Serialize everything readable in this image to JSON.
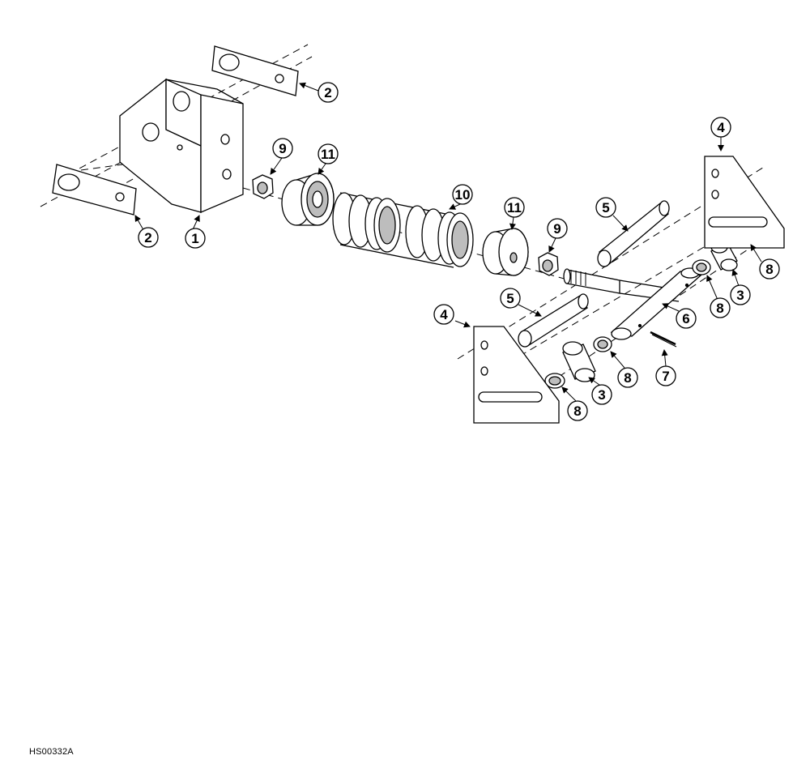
{
  "diagram": {
    "callouts": [
      "1",
      "2",
      "2",
      "3",
      "3",
      "4",
      "4",
      "5",
      "5",
      "6",
      "7",
      "8",
      "8",
      "8",
      "8",
      "9",
      "9",
      "10",
      "11",
      "11"
    ],
    "figure_code": "HS00332A"
  },
  "colors": {
    "line": "#000000",
    "background": "#ffffff",
    "shade": "#bdbdbd"
  }
}
